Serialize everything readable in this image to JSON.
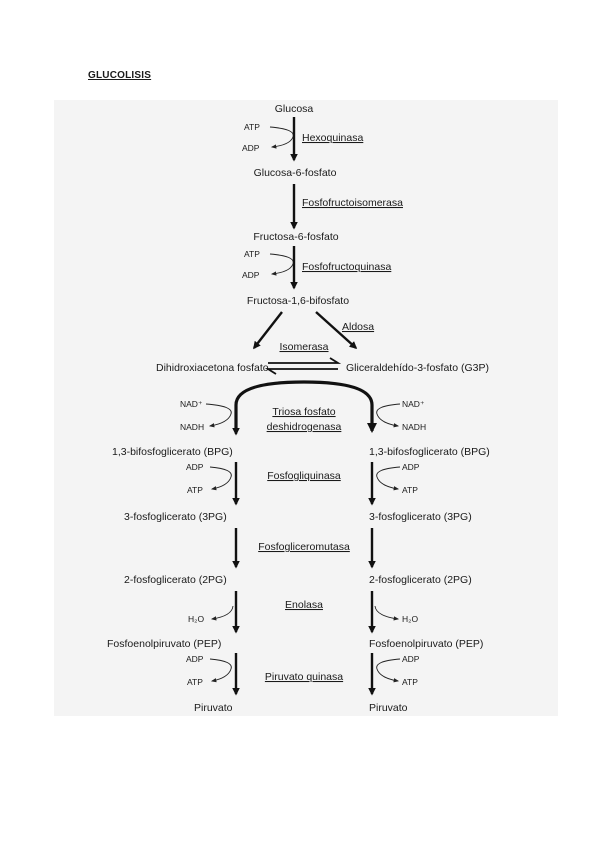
{
  "title": "GLUCOLISIS",
  "molecules": {
    "glucosa": "Glucosa",
    "g6p": "Glucosa-6-fosfato",
    "f6p": "Fructosa-6-fosfato",
    "f16bp": "Fructosa-1,6-bifosfato",
    "dhap": "Dihidroxiacetona fosfato",
    "g3p": "Gliceraldehído-3-fosfato (G3P)",
    "bpg": "1,3-bifosfoglicerato (BPG)",
    "pg3": "3-fosfoglicerato (3PG)",
    "pg2": "2-fosfoglicerato (2PG)",
    "pep": "Fosfoenolpiruvato (PEP)",
    "piruvato": "Piruvato"
  },
  "enzymes": {
    "hexoquinasa": "Hexoquinasa",
    "fosfofructoisomerasa": "Fosfofructoisomerasa",
    "fosfofructoquinasa": "Fosfofructoquinasa",
    "aldosa": "Aldosa",
    "isomerasa": "Isomerasa",
    "triosa_line1": "Triosa fosfato",
    "triosa_line2": "deshidrogenasa",
    "fosfogliquinasa": "Fosfogliquinasa",
    "fosfogliceromutasa": "Fosfogliceromutasa",
    "enolasa": "Enolasa",
    "piruvato_quinasa": "Piruvato quinasa"
  },
  "cofactors": {
    "atp": "ATP",
    "adp": "ADP",
    "nad": "NAD⁺",
    "nadh": "NADH",
    "h2o": "H₂O"
  }
}
